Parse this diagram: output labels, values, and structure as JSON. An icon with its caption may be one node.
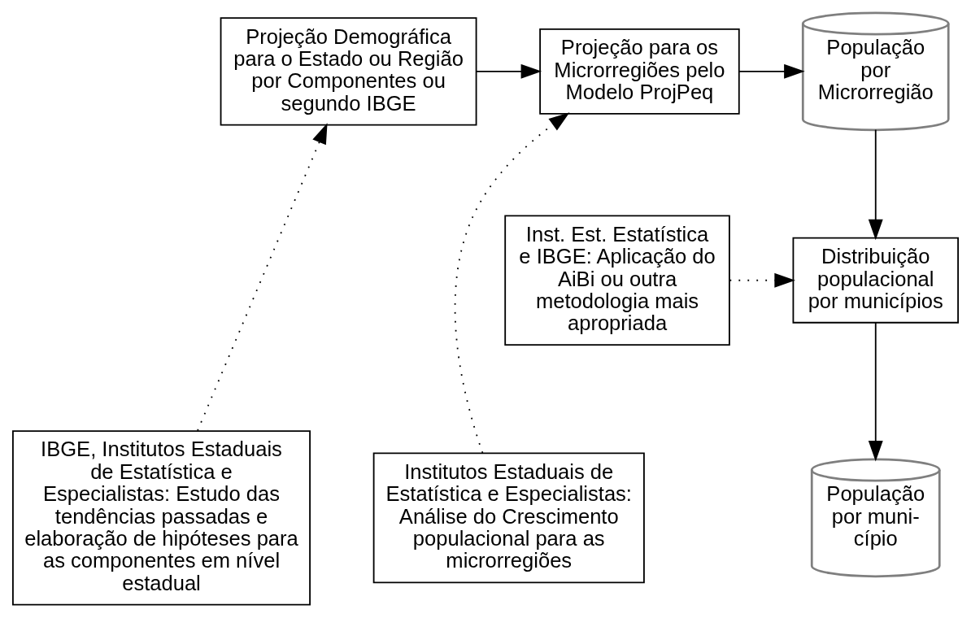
{
  "diagram": {
    "nodes": [
      {
        "text": [
          "Projeção Demográfica para o Estado ou Região por Componentes ou segundo IBGE"
        ]
      },
      {
        "text": [
          "Projeção para os Microrregiões pelo Modelo ProjPeq"
        ]
      },
      {
        "text": [
          "População por Microrregião"
        ]
      },
      {
        "text": [
          "Inst. Est. Estatística e IBGE: Aplicação do AiBi ou outra metodologia mais apropriada"
        ]
      },
      {
        "text": [
          "Distribuição populacional por municípios"
        ]
      },
      {
        "text": [
          "IBGE, Institutos Estaduais de Estatística e Especialistas: Estudo das tendências passadas e elaboração de hipóteses para as componentes em nível estadual"
        ]
      },
      {
        "text": [
          "Institutos Estaduais de Estatística e Especialistas: Análise do Crescimento populacional para as microrregiões"
        ]
      },
      {
        "text": [
          "População por muni- cípio"
        ]
      }
    ],
    "edges": [
      {
        "from": 0,
        "to": 1,
        "arrow": "to"
      },
      {
        "from": 1,
        "to": 2,
        "arrow": "to"
      },
      {
        "from": 2,
        "to": 4,
        "arrow": "to"
      },
      {
        "from": 4,
        "to": 7,
        "arrow": "to"
      },
      {
        "from": 5,
        "to": 0,
        "arrow": "to",
        "style": "dashed"
      },
      {
        "from": 6,
        "to": 1,
        "arrow": "to",
        "style": "dashed"
      },
      {
        "from": 3,
        "to": 4,
        "arrow": "to",
        "style": "dashed"
      }
    ]
  }
}
